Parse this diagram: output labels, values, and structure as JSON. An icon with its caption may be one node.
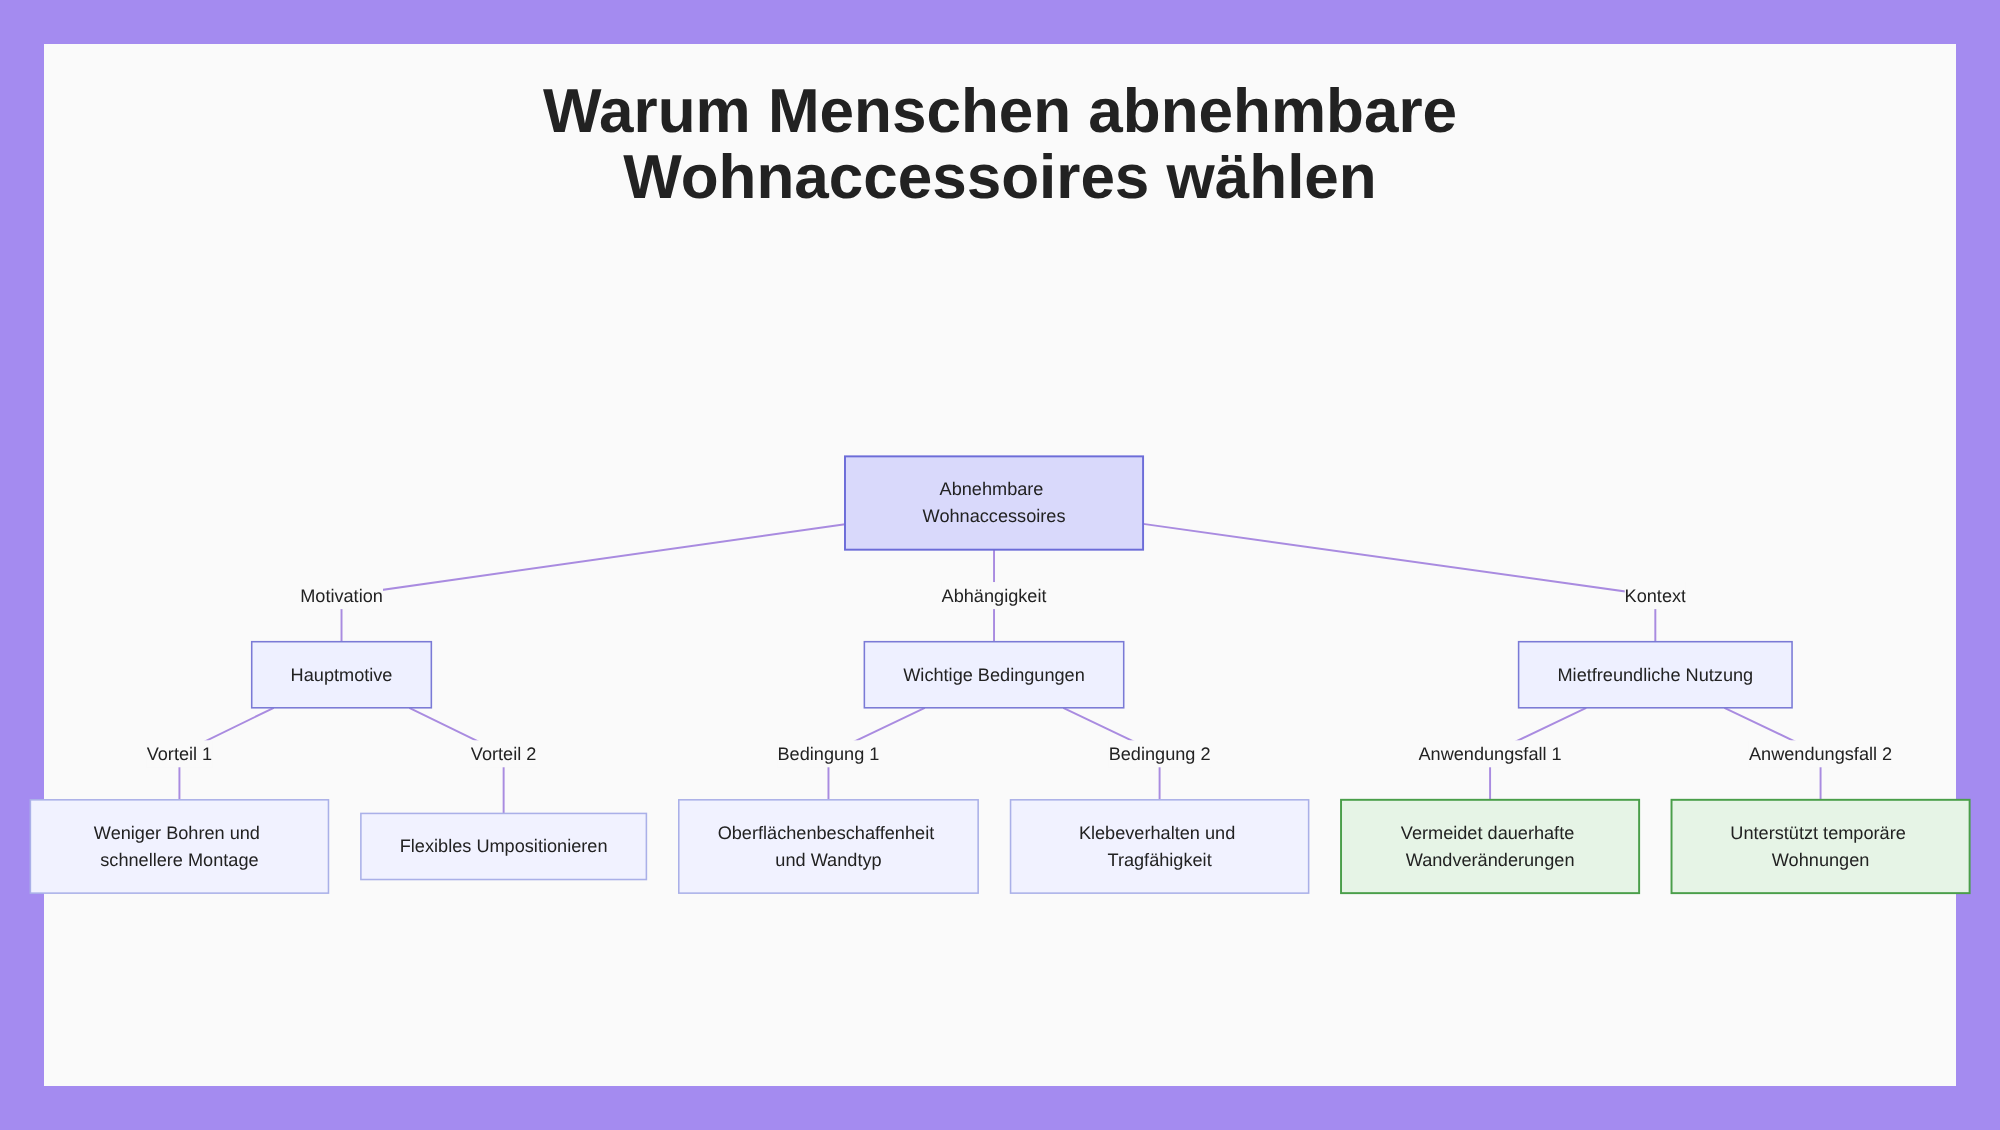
{
  "diagram": {
    "title": "Warum Menschen abnehmbare Wohnaccessoires wählen",
    "nodes": [
      {
        "text": [
          "Abnehmbare Wohnaccessoires"
        ]
      },
      {
        "text": [
          "Hauptmotive"
        ]
      },
      {
        "text": [
          "Wichtige Bedingungen"
        ]
      },
      {
        "text": [
          "Mietfreundliche Nutzung"
        ]
      },
      {
        "text": [
          "Weniger Bohren und schnellere Montage"
        ]
      },
      {
        "text": [
          "Flexibles Umpositionieren"
        ]
      },
      {
        "text": [
          "Oberflächenbeschaffenheit und Wandtyp"
        ]
      },
      {
        "text": [
          "Klebeverhalten und Tragfähigkeit"
        ]
      },
      {
        "text": [
          "Vermeidet dauerhafte Wandveränderungen"
        ]
      },
      {
        "text": [
          "Unterstützt temporäre Wohnungen"
        ]
      }
    ],
    "edges": [
      {
        "from": 0,
        "to": 1,
        "arrow": "none",
        "label": "Motivation"
      },
      {
        "from": 0,
        "to": 2,
        "arrow": "none",
        "label": "Abhängigkeit"
      },
      {
        "from": 0,
        "to": 3,
        "arrow": "none",
        "label": "Kontext"
      },
      {
        "from": 1,
        "to": 4,
        "arrow": "none",
        "label": "Vorteil 1"
      },
      {
        "from": 1,
        "to": 5,
        "arrow": "none",
        "label": "Vorteil 2"
      },
      {
        "from": 2,
        "to": 6,
        "arrow": "none",
        "label": "Bedingung 1"
      },
      {
        "from": 2,
        "to": 7,
        "arrow": "none",
        "label": "Bedingung 2"
      },
      {
        "from": 3,
        "to": 8,
        "arrow": "none",
        "label": "Anwendungsfall 1"
      },
      {
        "from": 3,
        "to": 9,
        "arrow": "none",
        "label": "Anwendungsfall 2"
      }
    ]
  }
}
